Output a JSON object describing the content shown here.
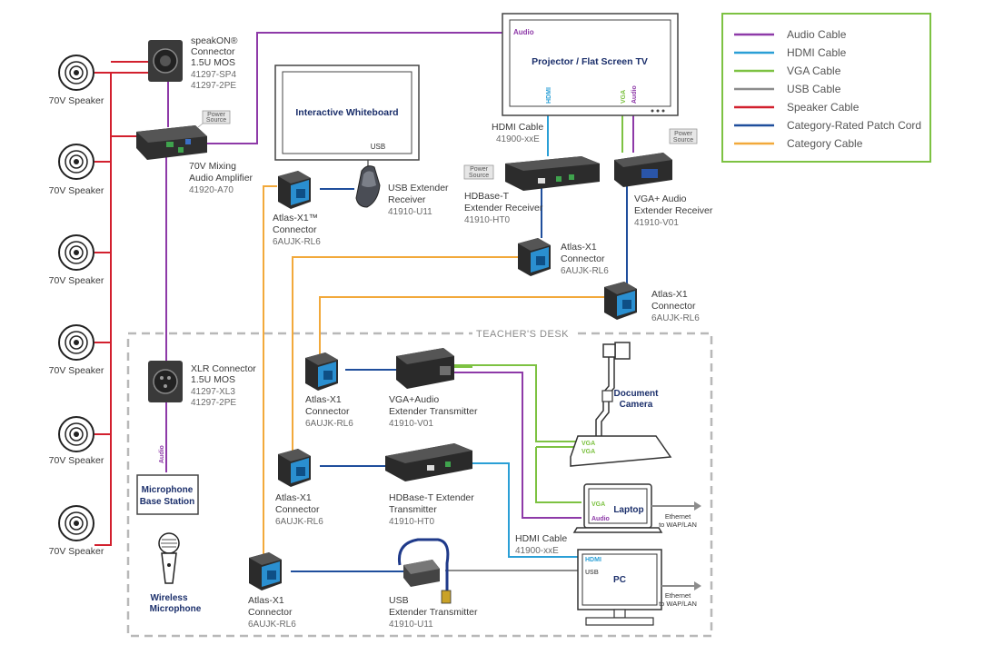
{
  "legend": {
    "items": [
      {
        "label": "Audio Cable",
        "color": "#8e3aa8"
      },
      {
        "label": "HDMI Cable",
        "color": "#2a9fd6"
      },
      {
        "label": "VGA Cable",
        "color": "#7dc242"
      },
      {
        "label": "USB Cable",
        "color": "#8c8c8c"
      },
      {
        "label": "Speaker Cable",
        "color": "#d2202e"
      },
      {
        "label": "Category-Rated Patch Cord",
        "color": "#1f4e9c"
      },
      {
        "label": "Category Cable",
        "color": "#f2a93b"
      }
    ],
    "border_color": "#7dc242"
  },
  "speakers": {
    "label": "70V Speaker"
  },
  "speakon": {
    "line1": "speakON®",
    "line2": "Connector",
    "line3": "1.5U MOS",
    "part1": "41297-SP4",
    "part2": "41297-2PE"
  },
  "amplifier": {
    "line1": "70V Mixing",
    "line2": "Audio Amplifier",
    "part": "41920-A70",
    "power1": "Power",
    "power2": "Source"
  },
  "whiteboard": {
    "title": "Interactive Whiteboard",
    "port": "USB"
  },
  "projector": {
    "title": "Projector / Flat Screen TV",
    "audio": "Audio",
    "hdmi": "HDMI",
    "vga": "VGA",
    "audio_port": "Audio"
  },
  "hdmi_cable_top": {
    "line1": "HDMI Cable",
    "part": "41900-xxE"
  },
  "usb_receiver": {
    "line1": "USB Extender",
    "line2": "Receiver",
    "part": "41910-U11"
  },
  "hdbaset_receiver": {
    "line1": "HDBase-T",
    "line2": "Extender Receiver",
    "part": "41910-HT0",
    "power1": "Power",
    "power2": "Source"
  },
  "vga_receiver": {
    "line1": "VGA+ Audio",
    "line2": "Extender Receiver",
    "part": "41910-V01",
    "power1": "Power",
    "power2": "Source"
  },
  "atlas_top_left": {
    "line1": "Atlas-X1™",
    "line2": "Connector",
    "part": "6AUJK-RL6"
  },
  "atlas_mid": {
    "line1": "Atlas-X1",
    "line2": "Connector",
    "part": "6AUJK-RL6"
  },
  "atlas_right": {
    "line1": "Atlas-X1",
    "line2": "Connector",
    "part": "6AUJK-RL6"
  },
  "teachers_desk": {
    "label": "TEACHER'S DESK"
  },
  "xlr": {
    "line1": "XLR Connector",
    "line2": "1.5U MOS",
    "part1": "41297-XL3",
    "part2": "41297-2PE"
  },
  "mic_base": {
    "line1": "Microphone",
    "line2": "Base Station",
    "audio": "Audio"
  },
  "wireless_mic": {
    "line1": "Wireless",
    "line2": "Microphone"
  },
  "atlas_desk1": {
    "line1": "Atlas-X1",
    "line2": "Connector",
    "part": "6AUJK-RL6"
  },
  "vga_transmitter": {
    "line1": "VGA+Audio",
    "line2": "Extender Transmitter",
    "part": "41910-V01"
  },
  "doc_camera": {
    "line1": "Document",
    "line2": "Camera",
    "vga1": "VGA",
    "vga2": "VGA"
  },
  "atlas_desk2": {
    "line1": "Atlas-X1",
    "line2": "Connector",
    "part": "6AUJK-RL6"
  },
  "hdbaset_transmitter": {
    "line1": "HDBase-T Extender",
    "line2": "Transmitter",
    "part": "41910-HT0"
  },
  "laptop": {
    "title": "Laptop",
    "vga": "VGA",
    "audio": "Audio",
    "eth1": "Ethernet",
    "eth2": "to WAP/LAN"
  },
  "hdmi_cable_bottom": {
    "line1": "HDMI Cable",
    "part": "41900-xxE"
  },
  "pc": {
    "title": "PC",
    "hdmi": "HDMI",
    "usb": "USB",
    "eth1": "Ethernet",
    "eth2": "to WAP/LAN"
  },
  "atlas_desk3": {
    "line1": "Atlas-X1",
    "line2": "Connector",
    "part": "6AUJK-RL6"
  },
  "usb_transmitter": {
    "line1": "USB",
    "line2": "Extender Transmitter",
    "part": "41910-U11"
  }
}
